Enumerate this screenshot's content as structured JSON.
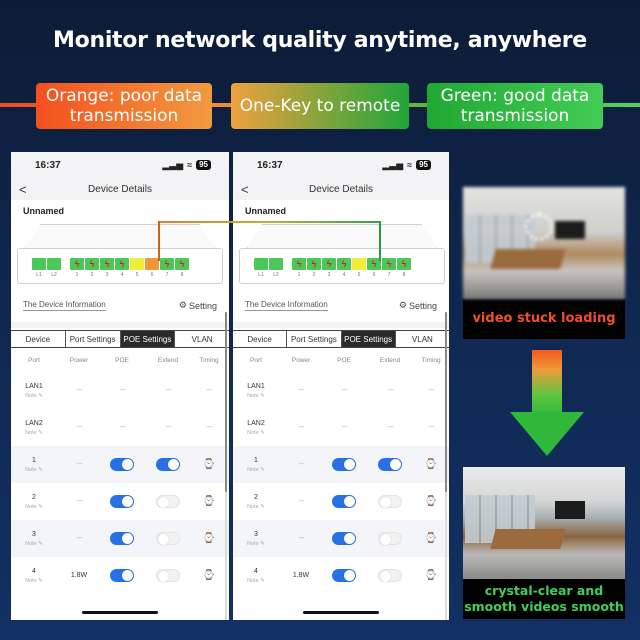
{
  "headline": "Monitor network quality anytime, anywhere",
  "legend": {
    "orange": "Orange: poor data transmission",
    "middle": "One-Key to remote",
    "green": "Green: good data transmission",
    "colors": {
      "orange": "#f4501f",
      "green": "#21a833"
    }
  },
  "phones": [
    {
      "status": {
        "time": "16:37",
        "battery": "95"
      },
      "nav": {
        "back": "<",
        "title": "Device Details"
      },
      "device_name": "Unnamed",
      "ports": [
        {
          "label": "L1",
          "state": "green",
          "poe": false
        },
        {
          "label": "L2",
          "state": "green",
          "poe": false
        },
        {
          "label": "1",
          "state": "green",
          "poe": true
        },
        {
          "label": "2",
          "state": "green",
          "poe": true
        },
        {
          "label": "3",
          "state": "green",
          "poe": true
        },
        {
          "label": "4",
          "state": "green",
          "poe": true
        },
        {
          "label": "5",
          "state": "yellow",
          "poe": false
        },
        {
          "label": "6",
          "state": "orange",
          "poe": false
        },
        {
          "label": "7",
          "state": "green",
          "poe": true
        },
        {
          "label": "8",
          "state": "green",
          "poe": true
        }
      ],
      "device_info_link": "The Device Information",
      "setting_label": "Setting",
      "tabs": [
        "Device",
        "Port Settings",
        "POE Settings",
        "VLAN"
      ],
      "active_tab": "POE Settings",
      "table": {
        "headers": [
          "Port",
          "Power",
          "POE",
          "Extend",
          "Timing"
        ],
        "rows": [
          {
            "port": "LAN1",
            "note": "Note",
            "power": "----",
            "poe": "----",
            "extend": "----",
            "timing": "----"
          },
          {
            "port": "LAN2",
            "note": "Note",
            "power": "----",
            "poe": "----",
            "extend": "----",
            "timing": "----"
          },
          {
            "port": "1",
            "note": "Note",
            "power": "----",
            "poe": "on",
            "extend": "on",
            "timing": "timer"
          },
          {
            "port": "2",
            "note": "Note",
            "power": "----",
            "poe": "on",
            "extend": "off",
            "timing": "timer"
          },
          {
            "port": "3",
            "note": "Note",
            "power": "----",
            "poe": "on",
            "extend": "off",
            "timing": "timer"
          },
          {
            "port": "4",
            "note": "Note",
            "power": "1.8W",
            "poe": "on",
            "extend": "off",
            "timing": "timer"
          }
        ]
      }
    },
    {
      "status": {
        "time": "16:37",
        "battery": "95"
      },
      "nav": {
        "back": "<",
        "title": "Device Details"
      },
      "device_name": "Unnamed",
      "ports": [
        {
          "label": "L1",
          "state": "green",
          "poe": false
        },
        {
          "label": "L2",
          "state": "green",
          "poe": false
        },
        {
          "label": "1",
          "state": "green",
          "poe": true
        },
        {
          "label": "2",
          "state": "green",
          "poe": true
        },
        {
          "label": "3",
          "state": "green",
          "poe": true
        },
        {
          "label": "4",
          "state": "green",
          "poe": true
        },
        {
          "label": "5",
          "state": "yellow",
          "poe": false
        },
        {
          "label": "6",
          "state": "green",
          "poe": true
        },
        {
          "label": "7",
          "state": "green",
          "poe": true
        },
        {
          "label": "8",
          "state": "green",
          "poe": true
        }
      ],
      "device_info_link": "The Device Information",
      "setting_label": "Setting",
      "tabs": [
        "Device",
        "Port Settings",
        "POE Settings",
        "VLAN"
      ],
      "active_tab": "POE Settings",
      "table": {
        "headers": [
          "Port",
          "Power",
          "POE",
          "Extend",
          "Timing"
        ],
        "rows": [
          {
            "port": "LAN1",
            "note": "Note",
            "power": "----",
            "poe": "----",
            "extend": "----",
            "timing": "----"
          },
          {
            "port": "LAN2",
            "note": "Note",
            "power": "----",
            "poe": "----",
            "extend": "----",
            "timing": "----"
          },
          {
            "port": "1",
            "note": "Note",
            "power": "----",
            "poe": "on",
            "extend": "on",
            "timing": "timer"
          },
          {
            "port": "2",
            "note": "Note",
            "power": "----",
            "poe": "on",
            "extend": "off",
            "timing": "timer"
          },
          {
            "port": "3",
            "note": "Note",
            "power": "----",
            "poe": "on",
            "extend": "off",
            "timing": "timer"
          },
          {
            "port": "4",
            "note": "Note",
            "power": "1.8W",
            "poe": "on",
            "extend": "off",
            "timing": "timer"
          }
        ]
      }
    }
  ],
  "video_before": {
    "caption": "video stuck loading"
  },
  "video_after": {
    "caption": "crystal-clear and smooth videos smooth"
  },
  "port_colors": {
    "green": "#4cc85a",
    "yellow": "#f2ec3a",
    "orange": "#f0973a"
  }
}
